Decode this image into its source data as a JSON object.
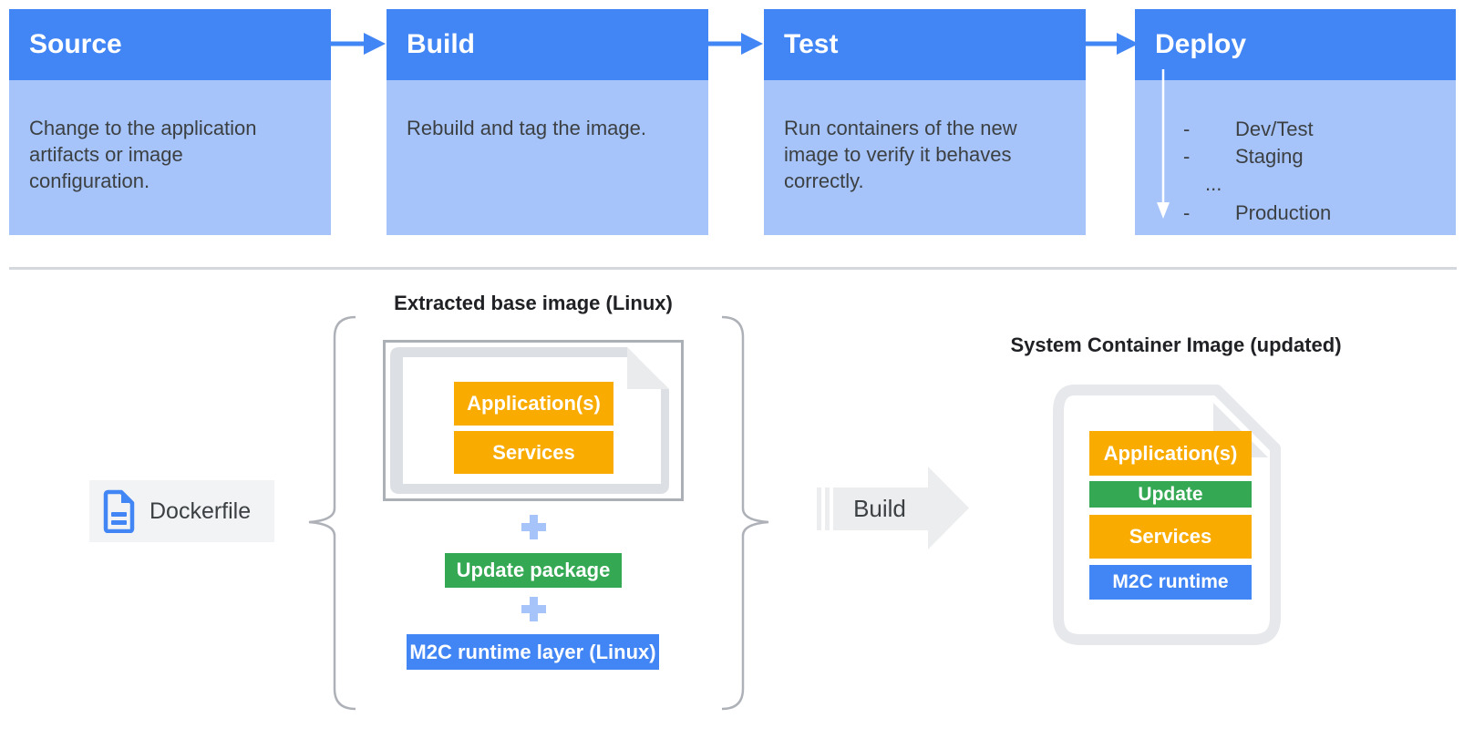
{
  "pipeline": {
    "stages": [
      {
        "title": "Source",
        "description": "Change to the application artifacts or image configuration."
      },
      {
        "title": "Build",
        "description": "Rebuild and tag the image."
      },
      {
        "title": "Test",
        "description": "Run containers of the new image to verify it behaves correctly."
      },
      {
        "title": "Deploy",
        "environments": [
          {
            "dash": "-",
            "label": "Dev/Test"
          },
          {
            "dash": "-",
            "label": "Staging"
          },
          {
            "dash": "",
            "label": "..."
          },
          {
            "dash": "-",
            "label": "Production"
          }
        ]
      }
    ]
  },
  "builder": {
    "dockerfile": {
      "label": "Dockerfile"
    },
    "extracted": {
      "title": "Extracted base image (Linux)",
      "layers": [
        "Application(s)",
        "Services"
      ]
    },
    "update_package_label": "Update package",
    "runtime_layer_label": "M2C runtime layer (Linux)",
    "build_arrow": {
      "label": "Build"
    },
    "result": {
      "title": "System Container Image (updated)",
      "layers": [
        {
          "label": "Application(s)",
          "color": "yellow"
        },
        {
          "label": "Update",
          "color": "green"
        },
        {
          "label": "Services",
          "color": "yellow"
        },
        {
          "label": "M2C runtime",
          "color": "blue"
        }
      ]
    }
  },
  "icons": {
    "flow_arrow": "right-arrow",
    "deploy_sequence_arrow": "down-arrow",
    "plus": "+",
    "dockerfile_file": "document",
    "base_image_file": "document-with-folded-corner",
    "result_file": "document-with-folded-corner",
    "braces": "curly-braces"
  },
  "colors": {
    "stage_header_blue": "#4285F4",
    "stage_body_blue": "#A6C4F9",
    "flow_arrow_blue": "#4285F4",
    "layer_yellow": "#F9AB00",
    "layer_green": "#34A853",
    "layer_blue": "#4285F4",
    "plus_blue": "#A6C4F9",
    "body_text": "#3C4043",
    "title_text": "#202124",
    "divider_gray": "#D4D7DB",
    "file_gray": "#DCDFE3",
    "chip_gray": "#F1F3F4",
    "build_arrow_gray": "#ECEDEE"
  }
}
